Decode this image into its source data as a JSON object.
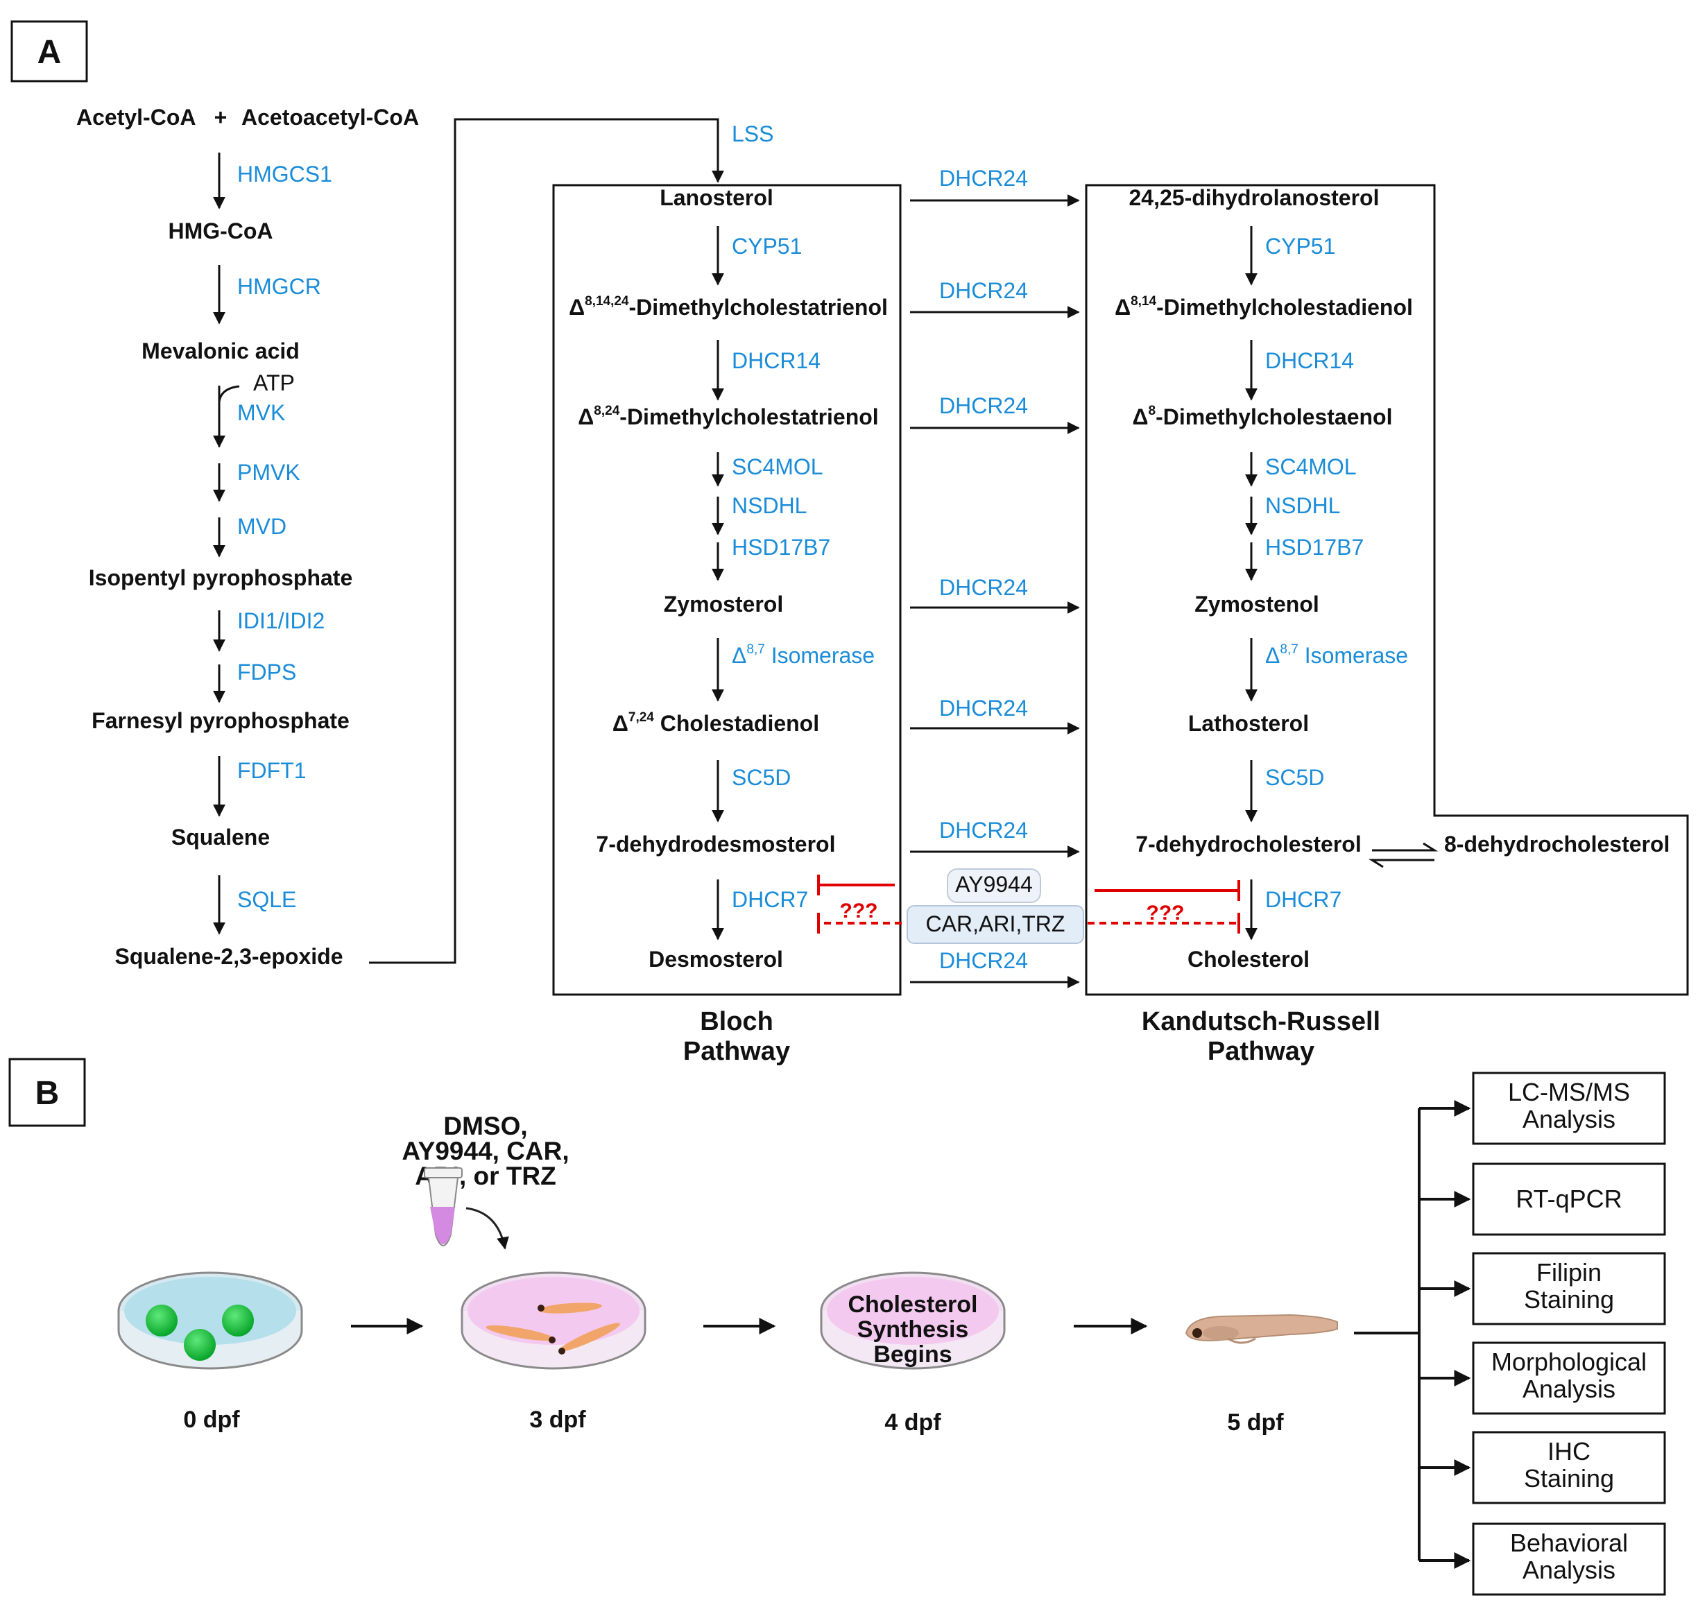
{
  "panels": {
    "a": "A",
    "b": "B"
  },
  "mevalonate": {
    "substrates": {
      "acetyl": "Acetyl-CoA",
      "plus": "+",
      "acetoacetyl": "Acetoacetyl-CoA"
    },
    "steps": {
      "hmgcs1": "HMGCS1",
      "hmg_coa": "HMG-CoA",
      "hmgcr": "HMGCR",
      "mevalonic": "Mevalonic acid",
      "atp": "ATP",
      "mvk": "MVK",
      "pmvk": "PMVK",
      "mvd": "MVD",
      "ipp": "Isopentyl pyrophosphate",
      "idi": "IDI1/IDI2",
      "fdps": "FDPS",
      "fpp": "Farnesyl pyrophosphate",
      "fdft1": "FDFT1",
      "squalene": "Squalene",
      "sqle": "SQLE",
      "epoxide": "Squalene-2,3-epoxide",
      "lss": "LSS"
    }
  },
  "bloch": {
    "lanosterol": "Lanosterol",
    "cyp51": "CYP51",
    "dmct_pre": "Δ",
    "dmct_sup": "8,14,24",
    "dmct_post": "-Dimethylcholestatrienol",
    "dhcr14": "DHCR14",
    "dmct2_pre": "Δ",
    "dmct2_sup": "8,24",
    "dmct2_post": "-Dimethylcholestatrienol",
    "sc4mol": "SC4MOL",
    "nsdhl": "NSDHL",
    "hsd17b7": "HSD17B7",
    "zymosterol": "Zymosterol",
    "isom_pre": "Δ",
    "isom_sup": "8,7",
    "isom_post": " Isomerase",
    "chd_pre": "Δ",
    "chd_sup": "7,24",
    "chd_post": " Cholestadienol",
    "sc5d": "SC5D",
    "dhd": "7-dehydrodesmosterol",
    "dhcr7": "DHCR7",
    "desmosterol": "Desmosterol",
    "title_l1": "Bloch",
    "title_l2": "Pathway"
  },
  "kr": {
    "dhl": "24,25-dihydrolanosterol",
    "cyp51": "CYP51",
    "dmcd_pre": "Δ",
    "dmcd_sup": "8,14",
    "dmcd_post": "-Dimethylcholestadienol",
    "dhcr14": "DHCR14",
    "dmce_pre": "Δ",
    "dmce_sup": "8",
    "dmce_post": "-Dimethylcholestaenol",
    "sc4mol": "SC4MOL",
    "nsdhl": "NSDHL",
    "hsd17b7": "HSD17B7",
    "zymostenol": "Zymostenol",
    "isom_pre": "Δ",
    "isom_sup": "8,7",
    "isom_post": " Isomerase",
    "lathosterol": "Lathosterol",
    "sc5d": "SC5D",
    "dhc7": "7-dehydrocholesterol",
    "dhc8": "8-dehydrocholesterol",
    "dhcr7": "DHCR7",
    "cholesterol": "Cholesterol",
    "title_l1": "Kandutsch-Russell",
    "title_l2": "Pathway"
  },
  "cross_enzyme": "DHCR24",
  "inhibitors": {
    "ay": "AY9944",
    "car": "CAR,ARI,TRZ",
    "unknown": "???"
  },
  "workflow": {
    "treatment_l1": "DMSO,",
    "treatment_l2": "AY9944, CAR,",
    "treatment_l3": "ARI, or TRZ",
    "dish3_l1": "Cholesterol",
    "dish3_l2": "Synthesis",
    "dish3_l3": "Begins",
    "days": [
      "0 dpf",
      "3 dpf",
      "4 dpf",
      "5 dpf"
    ],
    "outcomes": [
      [
        "LC-MS/MS",
        "Analysis"
      ],
      [
        "RT-qPCR"
      ],
      [
        "Filipin",
        "Staining"
      ],
      [
        "Morphological",
        "Analysis"
      ],
      [
        "IHC",
        "Staining"
      ],
      [
        "Behavioral",
        "Analysis"
      ]
    ]
  },
  "colors": {
    "enzyme": "#1a8cd8",
    "inhibition": "#e00000",
    "text": "#111111"
  }
}
